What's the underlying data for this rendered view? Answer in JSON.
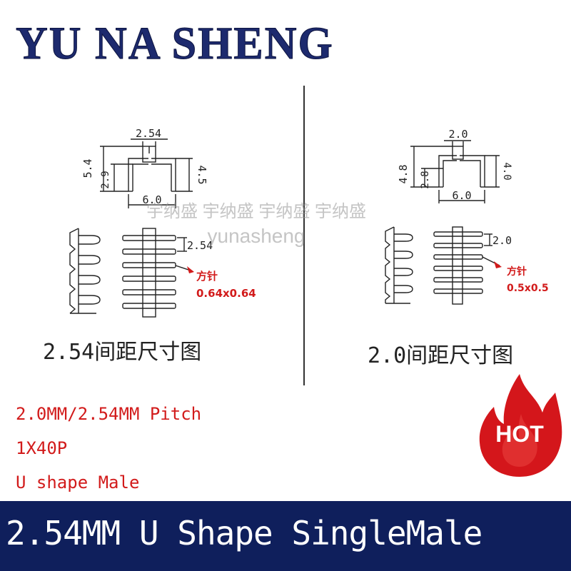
{
  "brand": "YU NA SHENG",
  "watermark": {
    "line1": "宇纳盛 宇纳盛 宇纳盛 宇纳盛",
    "line2": "yunasheng"
  },
  "left_diagram": {
    "dims": {
      "top": "2.54",
      "height": "5.4",
      "inner": "2.9",
      "right": "4.5",
      "span": "6.0",
      "pitch": "2.54"
    },
    "pin_label": "方针",
    "pin_size": "0.64x0.64",
    "caption": "2.54间距尺寸图"
  },
  "right_diagram": {
    "dims": {
      "top": "2.0",
      "height": "4.8",
      "inner": "2.8",
      "right": "4.0",
      "span": "6.0",
      "pitch": "2.0"
    },
    "pin_label": "方针",
    "pin_size": "0.5x0.5",
    "caption": "2.0间距尺寸图"
  },
  "specs": [
    "2.0MM/2.54MM Pitch",
    "1X40P",
    "U shape Male"
  ],
  "badge": {
    "label": "HOT",
    "color": "#d4161b"
  },
  "banner": {
    "text": "2.54MM U Shape SingleMale",
    "color": "#0f1f5c"
  }
}
